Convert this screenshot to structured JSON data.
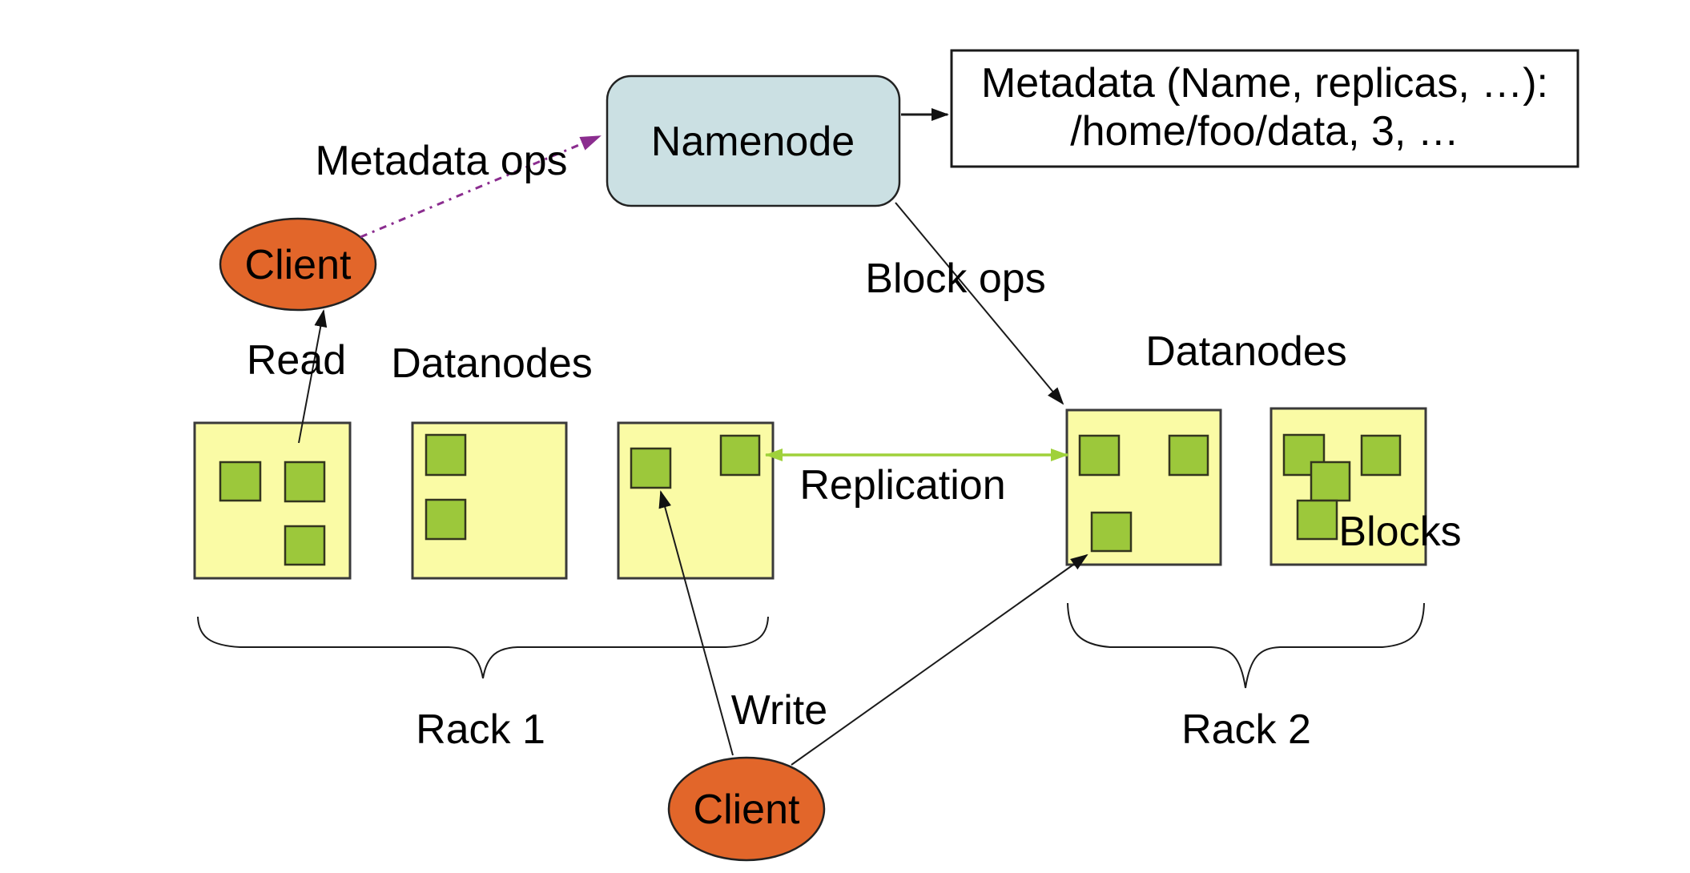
{
  "nodes": {
    "namenode": {
      "label": "Namenode"
    },
    "metadata": {
      "line1": "Metadata (Name, replicas, …):",
      "line2": "/home/foo/data, 3, …"
    },
    "client_top": {
      "label": "Client"
    },
    "client_bottom": {
      "label": "Client"
    }
  },
  "edges": {
    "metadata_ops": "Metadata ops",
    "block_ops": "Block ops",
    "read": "Read",
    "write": "Write",
    "replication": "Replication"
  },
  "groups": {
    "datanodes_left": "Datanodes",
    "datanodes_right": "Datanodes",
    "blocks_label": "Blocks",
    "rack1": "Rack 1",
    "rack2": "Rack 2",
    "rack1_datanode_count": 3,
    "rack2_datanode_count": 2,
    "rack1_block_counts": [
      3,
      2,
      2
    ],
    "rack2_block_counts": [
      3,
      4
    ]
  },
  "colors": {
    "namenode_fill": "#cbe0e3",
    "datanode_fill": "#fafba5",
    "block_fill": "#9cc83b",
    "client_fill": "#e2662a",
    "replication_arrow": "#9fd13a",
    "metadata_ops_arrow": "#8b2d8f",
    "line": "#1a1a1a",
    "background": "#ffffff"
  }
}
